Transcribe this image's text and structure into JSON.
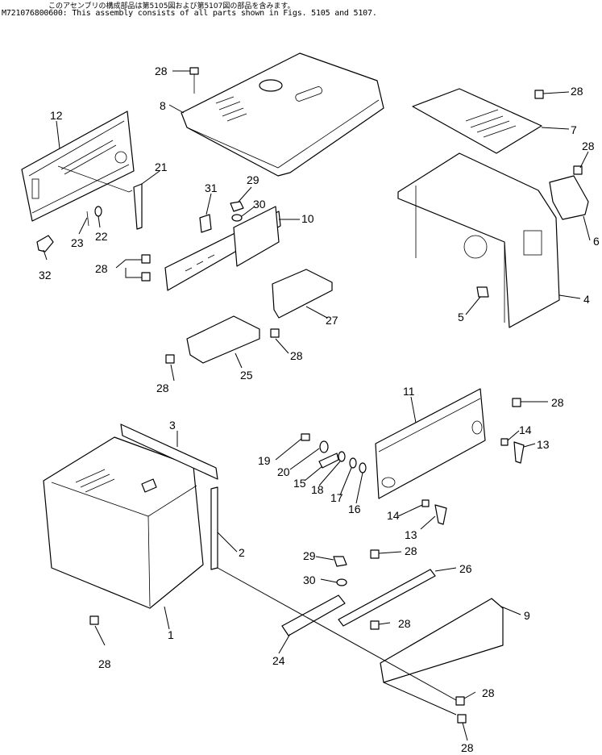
{
  "header": {
    "note_jp": "このアセンブリの構成部品は第5105図および第5107図の部品を含みます。",
    "code": "M721076800600",
    "note_en": ": This assembly consists of all parts shown in Figs. 5105 and 5107."
  },
  "callouts": [
    {
      "id": "c28a",
      "text": "28"
    },
    {
      "id": "c8",
      "text": "8"
    },
    {
      "id": "c12",
      "text": "12"
    },
    {
      "id": "c21",
      "text": "21"
    },
    {
      "id": "c31",
      "text": "31"
    },
    {
      "id": "c29a",
      "text": "29"
    },
    {
      "id": "c30a",
      "text": "30"
    },
    {
      "id": "c10",
      "text": "10"
    },
    {
      "id": "c23",
      "text": "23"
    },
    {
      "id": "c22",
      "text": "22"
    },
    {
      "id": "c32",
      "text": "32"
    },
    {
      "id": "c28b",
      "text": "28"
    },
    {
      "id": "c27",
      "text": "27"
    },
    {
      "id": "c28c",
      "text": "28"
    },
    {
      "id": "c25",
      "text": "25"
    },
    {
      "id": "c28d",
      "text": "28"
    },
    {
      "id": "c28e",
      "text": "28"
    },
    {
      "id": "c7",
      "text": "7"
    },
    {
      "id": "c28f",
      "text": "28"
    },
    {
      "id": "c6",
      "text": "6"
    },
    {
      "id": "c4",
      "text": "4"
    },
    {
      "id": "c5",
      "text": "5"
    },
    {
      "id": "c11",
      "text": "11"
    },
    {
      "id": "c28g",
      "text": "28"
    },
    {
      "id": "c14a",
      "text": "14"
    },
    {
      "id": "c13a",
      "text": "13"
    },
    {
      "id": "c3",
      "text": "3"
    },
    {
      "id": "c19",
      "text": "19"
    },
    {
      "id": "c20",
      "text": "20"
    },
    {
      "id": "c15",
      "text": "15"
    },
    {
      "id": "c18",
      "text": "18"
    },
    {
      "id": "c17",
      "text": "17"
    },
    {
      "id": "c16",
      "text": "16"
    },
    {
      "id": "c14b",
      "text": "14"
    },
    {
      "id": "c13b",
      "text": "13"
    },
    {
      "id": "c2",
      "text": "2"
    },
    {
      "id": "c29b",
      "text": "29"
    },
    {
      "id": "c28h",
      "text": "28"
    },
    {
      "id": "c26",
      "text": "26"
    },
    {
      "id": "c30b",
      "text": "30"
    },
    {
      "id": "c28i",
      "text": "28"
    },
    {
      "id": "c9",
      "text": "9"
    },
    {
      "id": "c1",
      "text": "1"
    },
    {
      "id": "c28j",
      "text": "28"
    },
    {
      "id": "c24",
      "text": "24"
    },
    {
      "id": "c28k",
      "text": "28"
    },
    {
      "id": "c28l",
      "text": "28"
    }
  ]
}
